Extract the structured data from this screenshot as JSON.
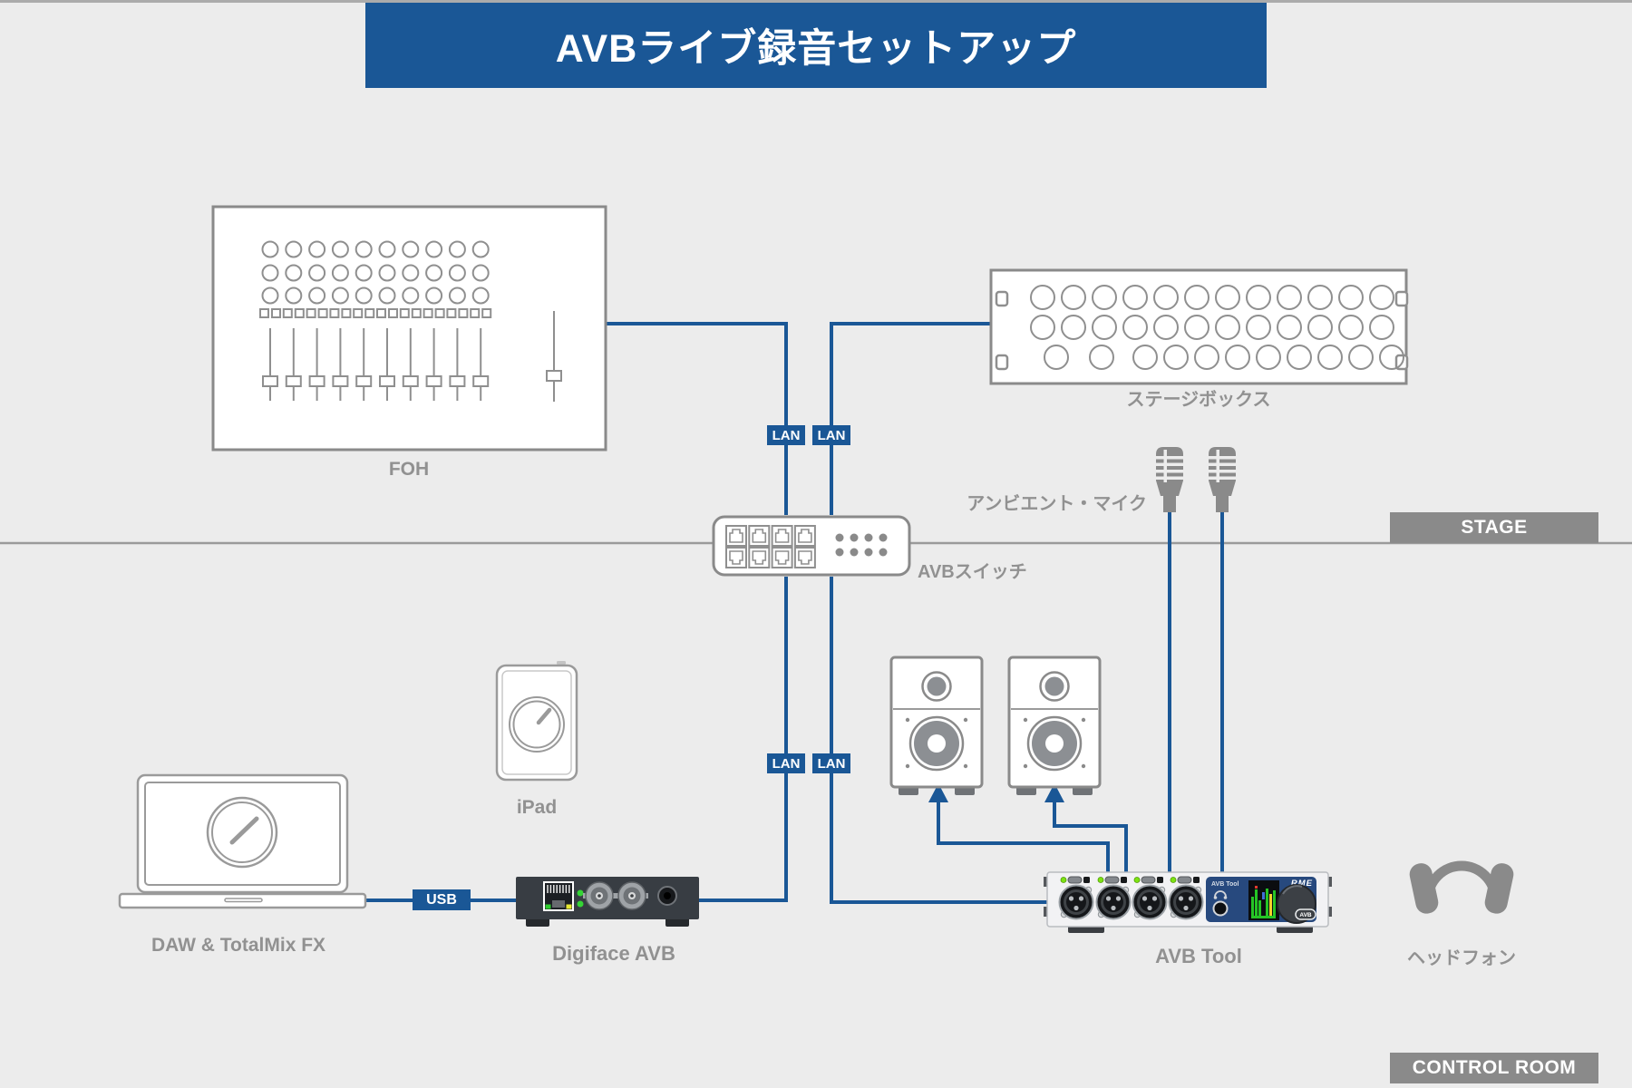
{
  "title": "AVBライブ録音セットアップ",
  "zones": {
    "stage": "STAGE",
    "control_room": "CONTROL ROOM"
  },
  "tags": {
    "lan": "LAN",
    "usb": "USB"
  },
  "labels": {
    "foh": "FOH",
    "stage_box": "ステージボックス",
    "avb_switch": "AVBスイッチ",
    "ambient_mic": "アンビエント・マイク",
    "ipad": "iPad",
    "daw": "DAW & TotalMix FX",
    "digiface": "Digiface AVB",
    "avb_tool": "AVB Tool",
    "headphones": "ヘッドフォン"
  },
  "avb_tool_panel": {
    "title": "AVB Tool",
    "brand": "RME",
    "badge": "AVB"
  },
  "colors": {
    "accent": "#1A5796",
    "outline": "#8A8A8A",
    "background": "#ECECEC",
    "zone_tag": "#8A8A8A",
    "label_text": "#919191"
  }
}
